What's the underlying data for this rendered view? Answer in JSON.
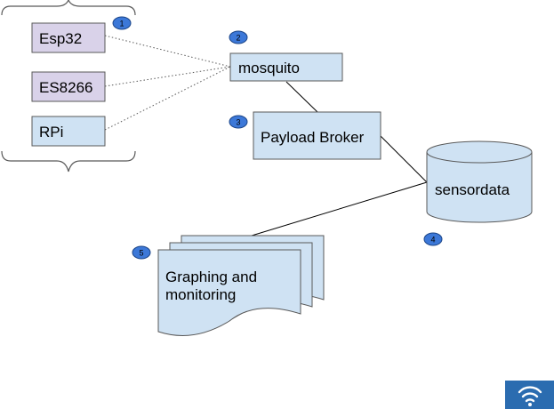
{
  "colors": {
    "device_fill": "#d9d2e9",
    "service_fill": "#cfe2f3",
    "stroke": "#595959",
    "badge_fill": "#3c78d8",
    "badge_stroke": "#1c4587",
    "wifi_bg": "#2b6cb0",
    "wifi_fg": "#ffffff"
  },
  "nodes": {
    "esp32": "Esp32",
    "es8266": "ES8266",
    "rpi": "RPi",
    "mosquito": "mosquito",
    "payload_broker": "Payload Broker",
    "sensordata": "sensordata",
    "graphing_line1": "Graphing and",
    "graphing_line2": "monitoring"
  },
  "badges": [
    "1",
    "2",
    "3",
    "4",
    "5"
  ],
  "icons": {
    "corner": "wifi-icon"
  }
}
